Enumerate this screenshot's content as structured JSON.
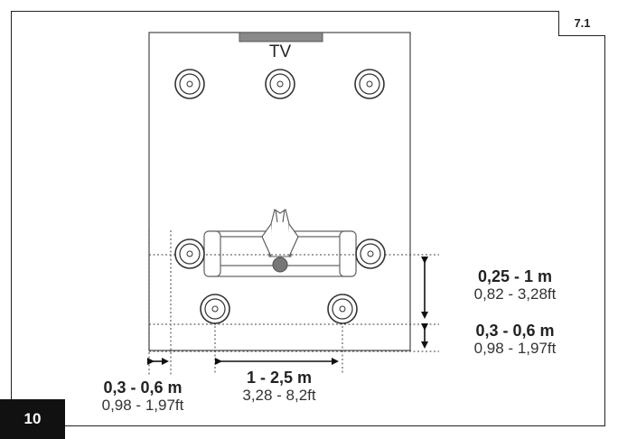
{
  "badge": {
    "config": "7.1",
    "page_number": "10"
  },
  "room": {
    "tv_label": "TV"
  },
  "measurements": {
    "front_distance": {
      "metric": "0,25 - 1 m",
      "imperial": "0,82 - 3,28ft"
    },
    "rear_distance": {
      "metric": "0,3 - 0,6 m",
      "imperial": "0,98 - 1,97ft"
    },
    "side_distance": {
      "metric": "0,3 - 0,6 m",
      "imperial": "0,98 - 1,97ft"
    },
    "rear_spacing": {
      "metric": "1 - 2,5 m",
      "imperial": "3,28 - 8,2ft"
    }
  },
  "speakers": [
    {
      "id": "front-left"
    },
    {
      "id": "center"
    },
    {
      "id": "front-right"
    },
    {
      "id": "side-left"
    },
    {
      "id": "side-right"
    },
    {
      "id": "rear-left"
    },
    {
      "id": "rear-right"
    }
  ],
  "colors": {
    "line": "#222222",
    "tv": "#888888",
    "sofa_fill": "#ffffff",
    "badge_bg": "#111111"
  }
}
